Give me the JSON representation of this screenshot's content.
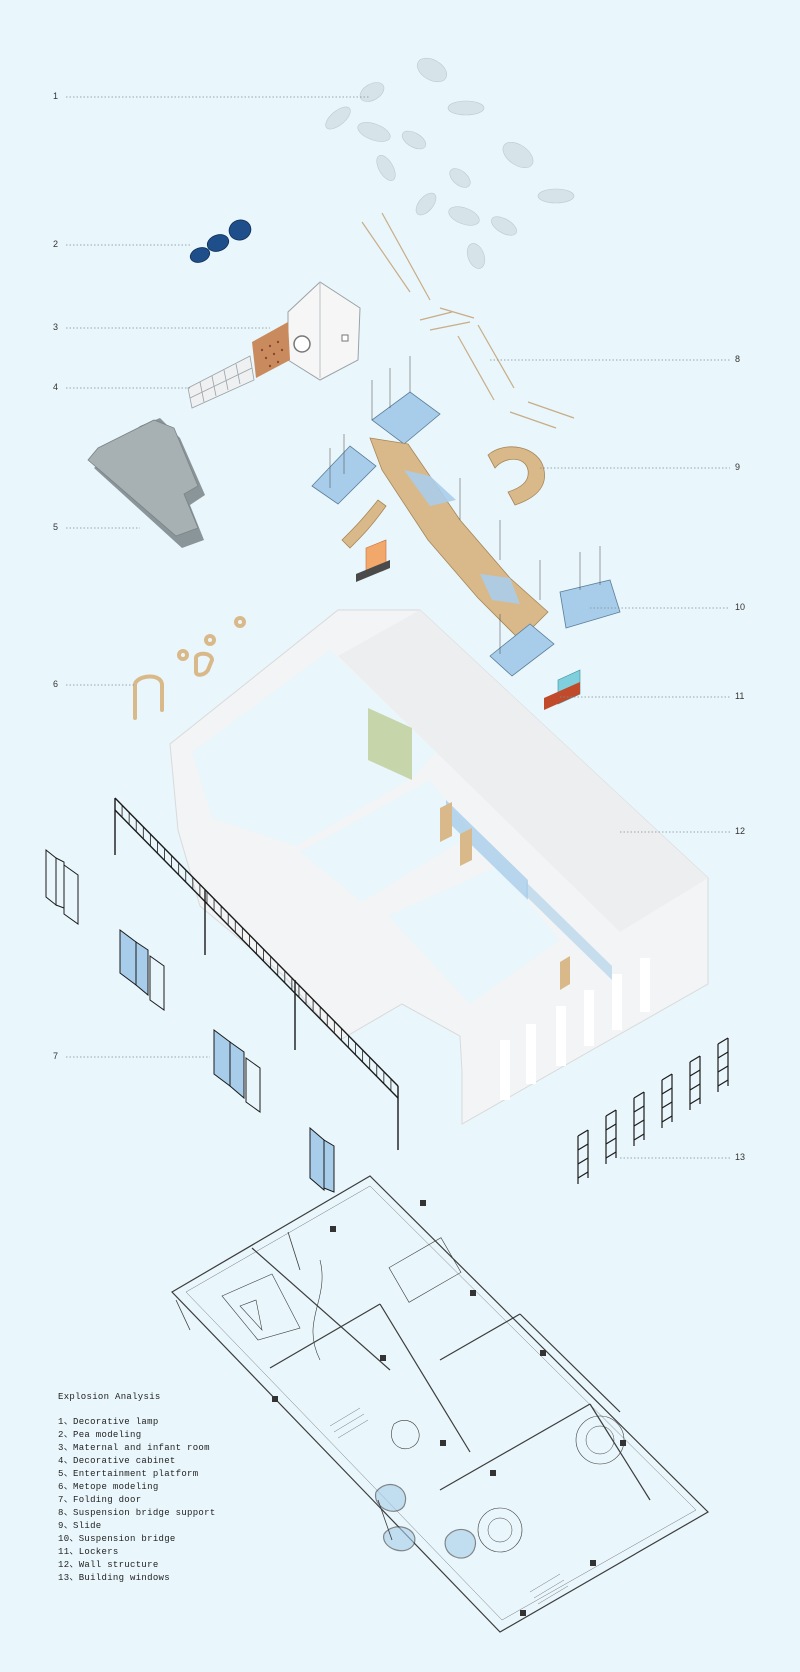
{
  "legend": {
    "title": "Explosion Analysis",
    "items": [
      "1、Decorative lamp",
      "2、Pea modeling",
      "3、Maternal and infant room",
      "4、Decorative cabinet",
      "5、Entertainment platform",
      "6、Metope modeling",
      "7、Folding door",
      "8、Suspension bridge support",
      "9、Slide",
      "10、Suspension bridge",
      "11、Lockers",
      "12、Wall structure",
      "13、Building windows"
    ]
  },
  "callouts": {
    "c1": "1",
    "c2": "2",
    "c3": "3",
    "c4": "4",
    "c5": "5",
    "c6": "6",
    "c7": "7",
    "c8": "8",
    "c9": "9",
    "c10": "10",
    "c11": "11",
    "c12": "12",
    "c13": "13"
  },
  "colors": {
    "background": "#e9f6fb",
    "wall": "#f3f4f5",
    "wood": "#d9b98a",
    "glass": "#a8cdea",
    "pea_blue": "#1f4f8a",
    "platform_grey": "#a7b0b3",
    "steel": "#1b1b1b",
    "locker_red": "#c04a2a",
    "locker_cyan": "#7fd0dc"
  }
}
